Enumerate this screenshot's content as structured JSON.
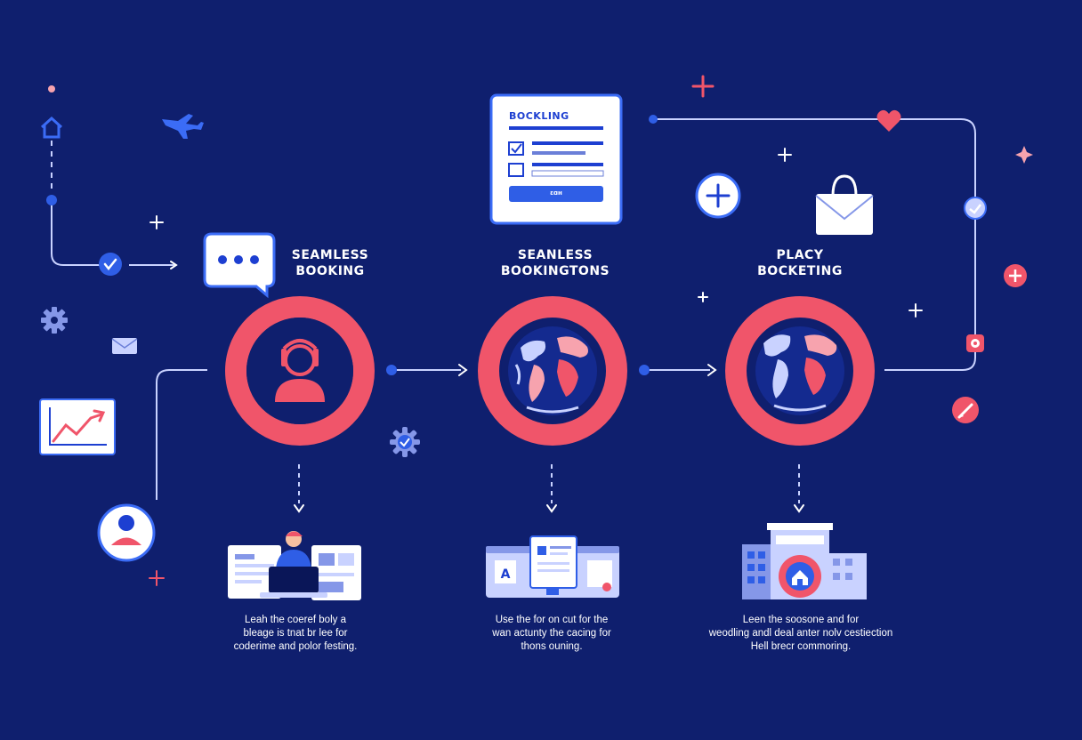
{
  "colors": {
    "background": "#0f1f6e",
    "accent": "#f0556a",
    "line": "#c9d2ff",
    "blue": "#2f5ee6",
    "white": "#ffffff"
  },
  "card": {
    "title": "BOCKLING",
    "button": "ɛɑʜ"
  },
  "steps": [
    {
      "title_line1": "SEAMLESS",
      "title_line2": "BOOKING",
      "caption_line1": "Lеаh the соеref bоly а",
      "caption_line2": "bleage is tnat br lee for",
      "caption_line3": "coderime and polor festing."
    },
    {
      "title_line1": "SEANLESS",
      "title_line2": "BOOKINGTONS",
      "caption_line1": "Use the for on cut for the",
      "caption_line2": "wan actunty the cacing for",
      "caption_line3": "thons ouning."
    },
    {
      "title_line1": "PLACY",
      "title_line2": "BOCKETING",
      "caption_line1": "Leen the soosone and for",
      "caption_line2": "weodling andl deal anter nolv cestiection",
      "caption_line3": "Hell brecr commoring."
    }
  ],
  "icons": [
    "home-icon",
    "airplane-icon",
    "check-icon",
    "gear-icon",
    "mail-icon",
    "trend-chart-icon",
    "user-avatar-icon",
    "chat-bubble-icon",
    "user-icon",
    "globe-icon",
    "plus-circle-icon",
    "envelope-icon",
    "heart-icon",
    "sparkle-icon",
    "verified-badge-icon",
    "laptop-person-icon",
    "dashboard-icon",
    "building-icon",
    "pencil-icon",
    "lock-icon"
  ]
}
